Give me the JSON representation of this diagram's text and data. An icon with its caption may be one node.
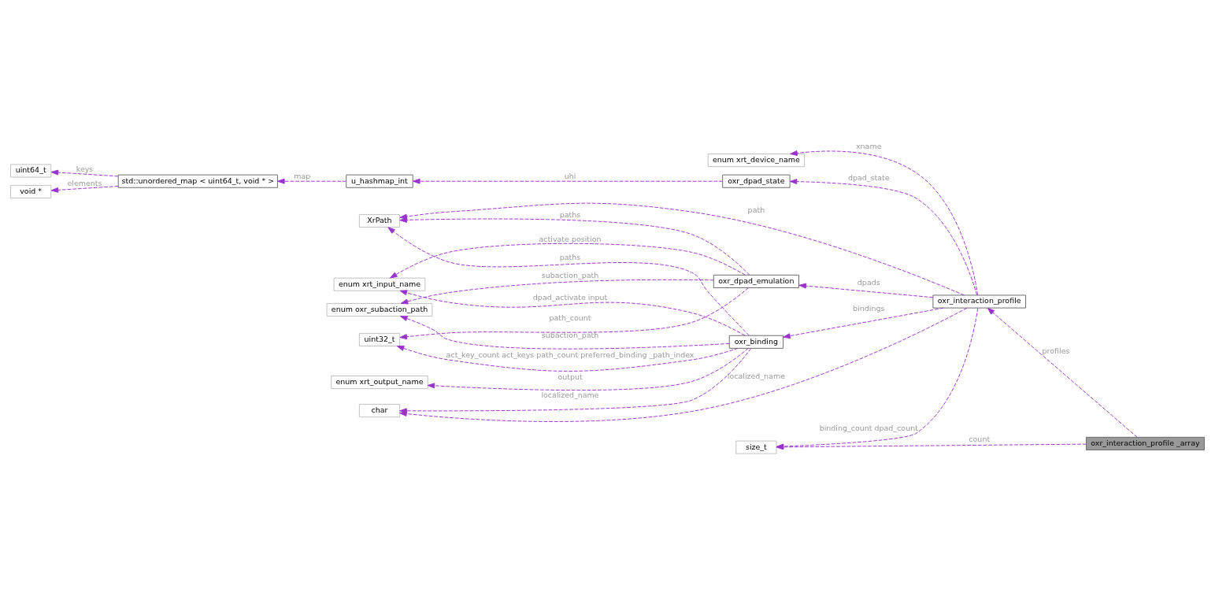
{
  "diagram": {
    "nodes": [
      {
        "text": [
          "uint64_t"
        ]
      },
      {
        "text": [
          "std::unordered_map < uint64_t, void * >"
        ]
      },
      {
        "text": [
          "void *"
        ]
      },
      {
        "text": [
          "u_hashmap_int"
        ]
      },
      {
        "text": [
          "enum xrt_input_name"
        ]
      },
      {
        "text": [
          "oxr_dpad_state"
        ]
      },
      {
        "text": [
          "oxr_dpad_emulation"
        ]
      },
      {
        "text": [
          "enum oxr_subaction_path"
        ]
      },
      {
        "text": [
          "uint32_t"
        ]
      },
      {
        "text": [
          "oxr_binding"
        ]
      },
      {
        "text": [
          "XrPath"
        ]
      },
      {
        "text": [
          "enum xrt_device_name"
        ]
      },
      {
        "text": [
          "oxr_interaction_profile"
        ]
      },
      {
        "text": [
          "char"
        ]
      },
      {
        "text": [
          "enum xrt_output_name"
        ]
      },
      {
        "text": [
          "size_t"
        ]
      },
      {
        "text": [
          "oxr_interaction_profile _array"
        ]
      }
    ],
    "edges": [
      {
        "from": 1,
        "to": 0,
        "arrow": "to",
        "label": "keys",
        "style": "dashed"
      },
      {
        "from": 1,
        "to": 2,
        "arrow": "to",
        "label": "elements",
        "style": "dashed"
      },
      {
        "from": 3,
        "to": 1,
        "arrow": "to",
        "label": "map",
        "style": "dashed"
      },
      {
        "from": 5,
        "to": 3,
        "arrow": "to",
        "label": "uhi",
        "style": "dashed"
      },
      {
        "from": 6,
        "to": 4,
        "arrow": "to",
        "label": "activate position",
        "style": "dashed"
      },
      {
        "from": 9,
        "to": 4,
        "arrow": "to",
        "label": "dpad_activate input",
        "style": "dashed"
      },
      {
        "from": 6,
        "to": 7,
        "arrow": "to",
        "label": "subaction_path",
        "style": "dashed"
      },
      {
        "from": 6,
        "to": 8,
        "arrow": "to",
        "label": "path_count",
        "style": "dashed"
      },
      {
        "from": 6,
        "to": 10,
        "arrow": "to",
        "label": "paths",
        "style": "dashed"
      },
      {
        "from": 9,
        "to": 7,
        "arrow": "to",
        "label": "subaction_path",
        "style": "dashed"
      },
      {
        "from": 9,
        "to": 8,
        "arrow": "to",
        "label": "act_key_count act_keys path_count preferred_binding _path_index",
        "style": "dashed"
      },
      {
        "from": 9,
        "to": 10,
        "arrow": "to",
        "label": "paths",
        "style": "dashed"
      },
      {
        "from": 9,
        "to": 13,
        "arrow": "to",
        "label": "localized_name",
        "style": "dashed"
      },
      {
        "from": 9,
        "to": 14,
        "arrow": "to",
        "label": "output",
        "style": "dashed"
      },
      {
        "from": 12,
        "to": 5,
        "arrow": "to",
        "label": "dpad_state",
        "style": "dashed"
      },
      {
        "from": 12,
        "to": 6,
        "arrow": "to",
        "label": "dpads",
        "style": "dashed"
      },
      {
        "from": 12,
        "to": 9,
        "arrow": "to",
        "label": "bindings",
        "style": "dashed"
      },
      {
        "from": 12,
        "to": 11,
        "arrow": "to",
        "label": "xname",
        "style": "dashed"
      },
      {
        "from": 12,
        "to": 10,
        "arrow": "to",
        "label": "path",
        "style": "dashed"
      },
      {
        "from": 12,
        "to": 13,
        "arrow": "to",
        "label": "localized_name",
        "style": "dashed"
      },
      {
        "from": 12,
        "to": 15,
        "arrow": "to",
        "label": "binding_count dpad_count",
        "style": "dashed"
      },
      {
        "from": 16,
        "to": 12,
        "arrow": "to",
        "label": "profiles",
        "style": "dashed"
      },
      {
        "from": 16,
        "to": 15,
        "arrow": "to",
        "label": "count",
        "style": "dashed"
      }
    ]
  }
}
